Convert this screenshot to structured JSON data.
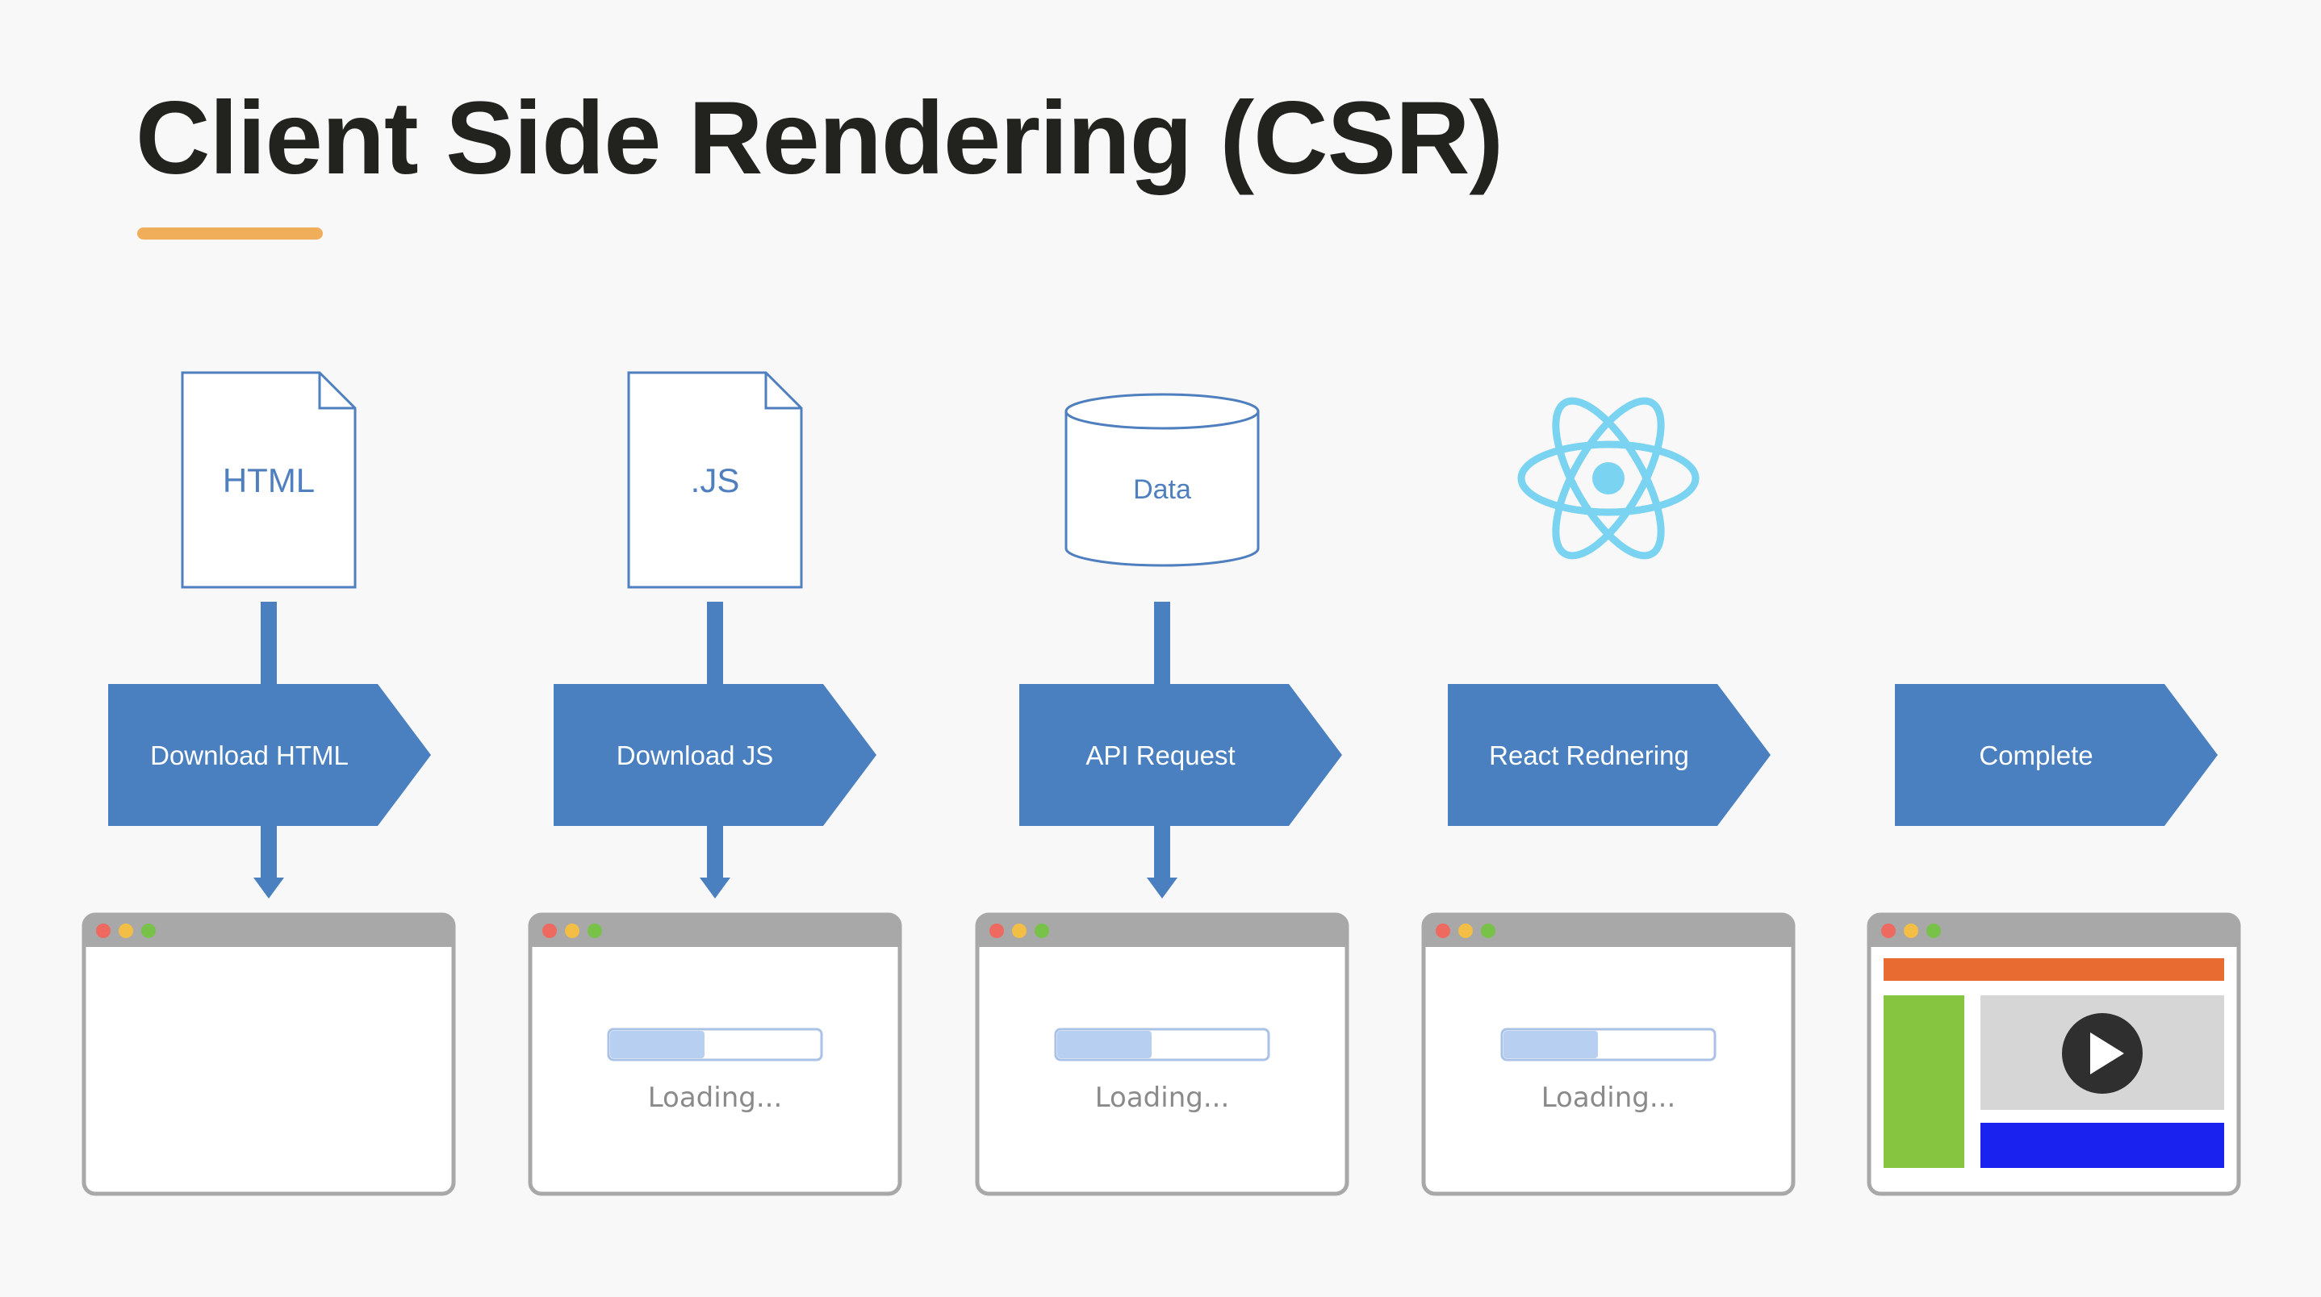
{
  "title": "Client Side Rendering (CSR)",
  "colors": {
    "accent": "#f0ae5a",
    "arrow": "#4a80c0",
    "outline": "#4f7fbe",
    "react": "#7ad3f0",
    "frame": "#a8a8a8",
    "dot_red": "#ee6960",
    "dot_yellow": "#f2be45",
    "dot_green": "#79c24a",
    "progress_fill": "#b7d0f1",
    "progress_border": "#a9c2e6",
    "loading_text": "#8a8a8a",
    "content_orange": "#e86c32",
    "content_green": "#86c540",
    "content_gray": "#d6d6d6",
    "content_blue": "#1a22f0",
    "play": "#2f2f2f"
  },
  "steps": [
    {
      "label": "Download HTML",
      "icon": "html-file-icon",
      "icon_text": "HTML",
      "connected": true,
      "screen": "blank"
    },
    {
      "label": "Download JS",
      "icon": "js-file-icon",
      "icon_text": ".JS",
      "connected": true,
      "screen": "loading",
      "loading_text": "Loading...",
      "progress": 0.45
    },
    {
      "label": "API Request",
      "icon": "database-icon",
      "icon_text": "Data",
      "connected": true,
      "screen": "loading",
      "loading_text": "Loading...",
      "progress": 0.45
    },
    {
      "label": "React Rednering",
      "icon": "react-atom-icon",
      "icon_text": "",
      "connected": false,
      "screen": "loading",
      "loading_text": "Loading...",
      "progress": 0.45
    },
    {
      "label": "Complete",
      "icon": "",
      "icon_text": "",
      "connected": false,
      "screen": "complete"
    }
  ]
}
